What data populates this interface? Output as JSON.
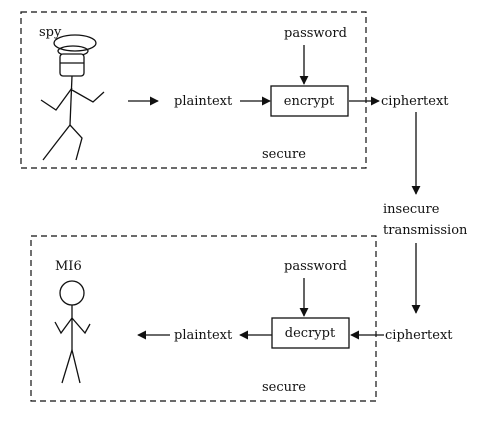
{
  "diagram": {
    "top_region": {
      "actor_label": "spy",
      "password_label": "password",
      "plaintext_label": "plaintext",
      "process_label": "encrypt",
      "output_label": "ciphertext",
      "region_label": "secure"
    },
    "channel": {
      "label_line1": "insecure",
      "label_line2": "transmission"
    },
    "bottom_region": {
      "actor_label": "MI6",
      "password_label": "password",
      "plaintext_label": "plaintext",
      "process_label": "decrypt",
      "input_label": "ciphertext",
      "region_label": "secure"
    }
  }
}
